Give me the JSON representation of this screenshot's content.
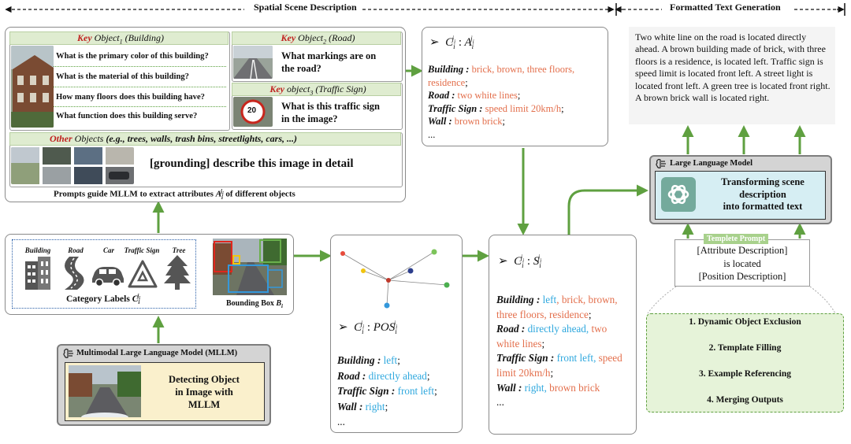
{
  "header": {
    "left": "Spatial Scene Description",
    "right": "Formatted Text Generation"
  },
  "key_objects": {
    "building": {
      "prefix": "Key",
      "title": "Object",
      "sub": "1",
      "name": "Building",
      "questions": [
        "What is the primary color of this building?",
        "What is the material of this building?",
        "How many floors does this building have?",
        "What function does this building serve?"
      ]
    },
    "road": {
      "prefix": "Key",
      "title": "Object",
      "sub": "2",
      "name": "Road",
      "question_lines": [
        "What markings are on",
        "the road?"
      ]
    },
    "sign": {
      "prefix": "Key",
      "title": "object",
      "sub": "3",
      "name": "Traffic Sign",
      "sign_number": "20",
      "question_lines": [
        "What is this traffic sign",
        "in the image?"
      ]
    },
    "other": {
      "prefix": "Other",
      "text": "Objects",
      "examples": "(e.g., trees, walls, trash bins, streetlights, cars, ...)",
      "prompt": "[grounding] describe this image in detail"
    },
    "caption_lead": "Prompts guide MLLM to extract attributes",
    "caption_var": "A",
    "caption_tail": "of different objects"
  },
  "attributes_box": {
    "title": "C",
    "title_sup": "j",
    "title_sub": "i",
    "title_sep": ":",
    "title_var": "A",
    "rows": [
      {
        "key": "Building :",
        "value": "brick, brown, three floors,",
        "value2": "residence",
        "end": ";"
      },
      {
        "key": "Road :",
        "value": "two white lines",
        "end": ";"
      },
      {
        "key": "Traffic Sign :",
        "value": "speed limit 20km/h",
        "end": ";"
      },
      {
        "key": "Wall :",
        "value": "brown brick",
        "end": ";"
      }
    ],
    "ellipsis": "..."
  },
  "output_text": "Two white line on the road is located directly ahead. A brown building made of brick, with three floors is a residence, is located left. Traffic sign is speed limit is located front left. A street light is located front left. A green tree is located front right. A brown brick wall is located right.",
  "llm": {
    "title": "Large Language Model",
    "lines": [
      "Transforming scene",
      "description",
      "into formatted text"
    ]
  },
  "template": {
    "tag": "Templete Prompt",
    "lines": [
      "[Attribute Description]",
      "is located",
      "[Position Description]"
    ]
  },
  "steps": [
    "1. Dynamic Object Exclusion",
    "2. Template Filling",
    "3. Example Referencing",
    "4. Merging Outputs"
  ],
  "categories": {
    "labels": [
      "Building",
      "Road",
      "Car",
      "Traffic Sign",
      "Tree"
    ],
    "caption": "Category Labels",
    "bbox_caption": "Bounding Box"
  },
  "mllm": {
    "title": "Multimodal Large Language Model (MLLM)",
    "lines": [
      "Detecting Object",
      "in Image with",
      "MLLM"
    ]
  },
  "position_box": {
    "title": "C",
    "title_sep": ":",
    "title_var": "POS",
    "rows": [
      {
        "key": "Building :",
        "value": "left",
        "end": ";"
      },
      {
        "key": "Road :",
        "value": "directly ahead",
        "end": ";"
      },
      {
        "key": "Traffic Sign :",
        "value": "front left",
        "end": ";"
      },
      {
        "key": "Wall :",
        "value": "right",
        "end": ";"
      }
    ],
    "ellipsis": "..."
  },
  "scene_box": {
    "title": "C",
    "title_sep": ":",
    "title_var": "S",
    "rows": [
      {
        "key": "Building :",
        "parts": [
          {
            "c": "b",
            "t": "left"
          },
          {
            "c": "n",
            "t": ", "
          },
          {
            "c": "o",
            "t": "brick, brown, three floors, residence"
          }
        ],
        "end": ";"
      },
      {
        "key": "Road :",
        "parts": [
          {
            "c": "b",
            "t": "directly ahead"
          },
          {
            "c": "n",
            "t": ", "
          },
          {
            "c": "o",
            "t": "two white lines"
          }
        ],
        "end": ";"
      },
      {
        "key": "Traffic Sign :",
        "parts": [
          {
            "c": "b",
            "t": "front left"
          },
          {
            "c": "n",
            "t": ", "
          },
          {
            "c": "o",
            "t": "speed limit 20km/h"
          }
        ],
        "end": ";"
      },
      {
        "key": "Wall :",
        "parts": [
          {
            "c": "b",
            "t": "right"
          },
          {
            "c": "n",
            "t": ", "
          },
          {
            "c": "o",
            "t": "brown brick"
          }
        ],
        "end": ""
      }
    ],
    "ellipsis": "..."
  },
  "colors": {
    "arrow": "#5fa040",
    "green_header": "#dfecd0",
    "orange_text": "#e36f4c",
    "blue_text": "#2fa8de",
    "key_red": "#c0201e",
    "llm_fill": "#d6eef3",
    "mllm_fill": "#faf0cc",
    "steps_fill": "#e6f3d9"
  },
  "icons": [
    "building-icon",
    "road-icon",
    "car-icon",
    "recycle-sign-icon",
    "tree-icon",
    "openai-logo-icon",
    "brain-chip-icon"
  ]
}
